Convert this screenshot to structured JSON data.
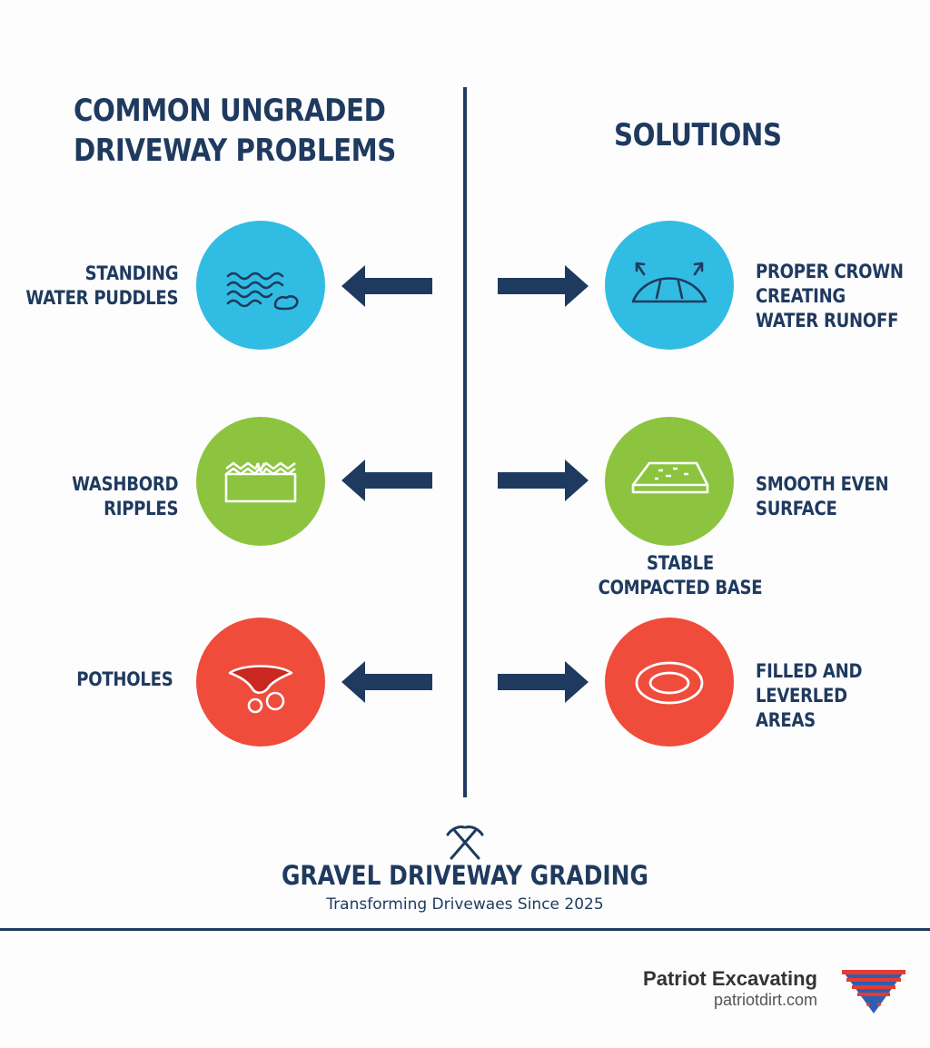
{
  "headings": {
    "problems": [
      "COMMON UNGRADED",
      "DRIVEWAY PROBLEMS"
    ],
    "solutions": "SOLUTIONS"
  },
  "rows": [
    {
      "problem": {
        "lines": [
          "STANDING",
          "WATER PUDDLES"
        ],
        "icon": "water-waves-icon",
        "color": "#31bde3"
      },
      "solution": {
        "lines": [
          "PROPER CROWN",
          "CREATING",
          "WATER RUNOFF"
        ],
        "icon": "crown-runoff-icon",
        "color": "#31bde3"
      }
    },
    {
      "problem": {
        "lines": [
          "WASHBORD",
          "RIPPLES"
        ],
        "icon": "washboard-ripples-icon",
        "color": "#8cc43f"
      },
      "solution": {
        "lines": [
          "SMOOTH EVEN",
          "SURFACE"
        ],
        "icon": "compacted-slab-icon",
        "color": "#8cc43f"
      },
      "extra": [
        "STABLE",
        "COMPACTED BASE"
      ]
    },
    {
      "problem": {
        "lines": [
          "POTHOLES"
        ],
        "icon": "pothole-icon",
        "color": "#ef4c3c"
      },
      "solution": {
        "lines": [
          "FILLED AND",
          "LEVERLED",
          "AREAS"
        ],
        "icon": "filled-level-icon",
        "color": "#ef4c3c"
      }
    }
  ],
  "footer": {
    "icon": "crossed-pickaxes-icon",
    "title": "GRAVEL DRIVEWAY GRADING",
    "tagline": "Transforming Drivewaes Since 2025"
  },
  "brand": {
    "name": "Patriot Excavating",
    "url": "patriotdirt.com",
    "logo": "patriot-shield-logo"
  },
  "colors": {
    "navy": "#1f3a5f",
    "cyan": "#31bde3",
    "green": "#8cc43f",
    "red": "#ef4c3c"
  }
}
